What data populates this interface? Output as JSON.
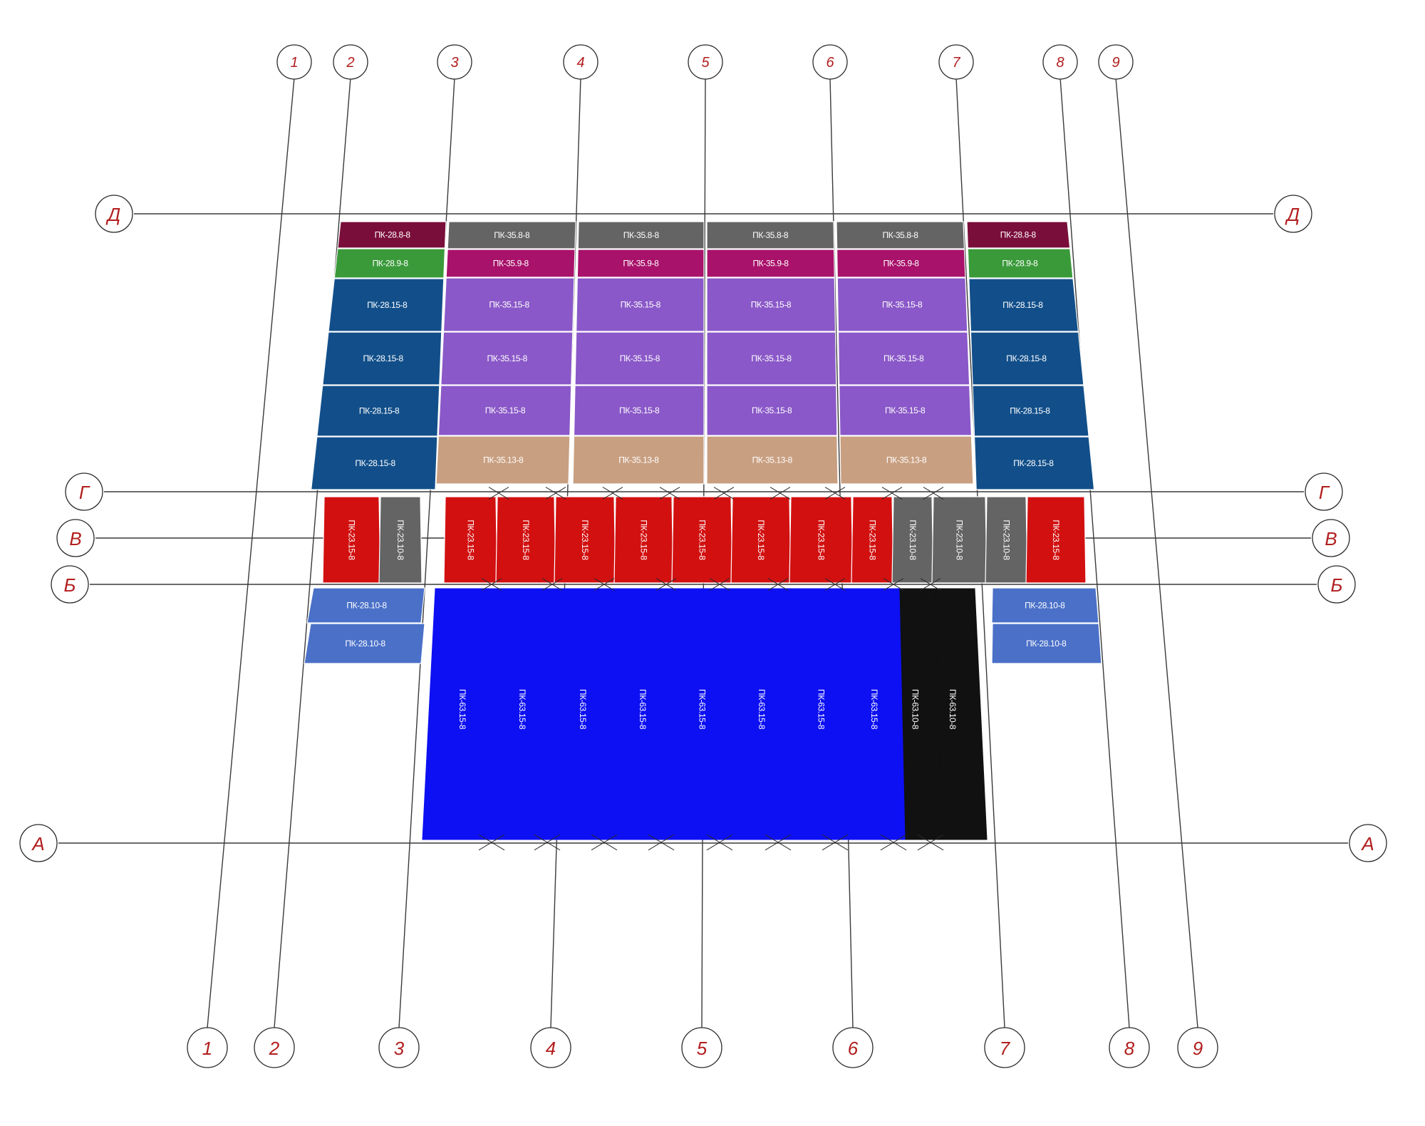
{
  "colors": {
    "maroon": "#7a0e3a",
    "green": "#3a9a3a",
    "navy": "#124f8a",
    "gray": "#646464",
    "magenta": "#a8126a",
    "lavender": "#8a58c8",
    "tan": "#c89f80",
    "red": "#d21010",
    "light_blue": "#4a70c8",
    "blue": "#0d10f2",
    "black": "#111111",
    "bubble_text": "#b21e1e"
  },
  "axes": {
    "columns": [
      "1",
      "2",
      "3",
      "4",
      "5",
      "6",
      "7",
      "8",
      "9"
    ],
    "rows": [
      "Д",
      "Г",
      "В",
      "Б",
      "А"
    ]
  },
  "panels": {
    "top_left": [
      {
        "label": "ПК-28.8-8",
        "color": "maroon"
      },
      {
        "label": "ПК-28.9-8",
        "color": "green"
      },
      {
        "label": "ПК-28.15-8",
        "color": "navy"
      },
      {
        "label": "ПК-28.15-8",
        "color": "navy"
      },
      {
        "label": "ПК-28.15-8",
        "color": "navy"
      },
      {
        "label": "ПК-28.15-8",
        "color": "navy"
      }
    ],
    "top_right": [
      {
        "label": "ПК-28.8-8",
        "color": "maroon"
      },
      {
        "label": "ПК-28.9-8",
        "color": "green"
      },
      {
        "label": "ПК-28.15-8",
        "color": "navy"
      },
      {
        "label": "ПК-28.15-8",
        "color": "navy"
      },
      {
        "label": "ПК-28.15-8",
        "color": "navy"
      },
      {
        "label": "ПК-28.15-8",
        "color": "navy"
      }
    ],
    "top_middle": [
      {
        "label": "ПК-35.8-8",
        "color": "gray"
      },
      {
        "label": "ПК-35.9-8",
        "color": "magenta"
      },
      {
        "label": "ПК-35.15-8",
        "color": "lavender"
      },
      {
        "label": "ПК-35.15-8",
        "color": "lavender"
      },
      {
        "label": "ПК-35.15-8",
        "color": "lavender"
      },
      {
        "label": "ПК-35.13-8",
        "color": "tan"
      }
    ],
    "middle_strip": [
      {
        "label": "ПК-23.15-8",
        "color": "red"
      },
      {
        "label": "ПК-23.10-8",
        "color": "gray"
      },
      {
        "label": "ПК-23.15-8",
        "color": "red"
      },
      {
        "label": "ПК-23.15-8",
        "color": "red"
      },
      {
        "label": "ПК-23.15-8",
        "color": "red"
      },
      {
        "label": "ПК-23.15-8",
        "color": "red"
      },
      {
        "label": "ПК-23.15-8",
        "color": "red"
      },
      {
        "label": "ПК-23.15-8",
        "color": "red"
      },
      {
        "label": "ПК-23.15-8",
        "color": "red"
      },
      {
        "label": "ПК-23.15-8",
        "color": "red"
      },
      {
        "label": "ПК-23.10-8",
        "color": "gray"
      },
      {
        "label": "ПК-23.10-8",
        "color": "gray"
      },
      {
        "label": "ПК-23.10-8",
        "color": "gray"
      },
      {
        "label": "ПК-23.15-8",
        "color": "red"
      }
    ],
    "bottom_side": [
      {
        "label": "ПК-28.10-8",
        "color": "light_blue"
      },
      {
        "label": "ПК-28.10-8",
        "color": "light_blue"
      }
    ],
    "bottom_main": [
      {
        "label": "ПК-63.15-8",
        "color": "blue"
      },
      {
        "label": "ПК-63.15-8",
        "color": "blue"
      },
      {
        "label": "ПК-63.15-8",
        "color": "blue"
      },
      {
        "label": "ПК-63.15-8",
        "color": "blue"
      },
      {
        "label": "ПК-63.15-8",
        "color": "blue"
      },
      {
        "label": "ПК-63.15-8",
        "color": "blue"
      },
      {
        "label": "ПК-63.15-8",
        "color": "blue"
      },
      {
        "label": "ПК-63.15-8",
        "color": "blue"
      },
      {
        "label": "ПК-63.10-8",
        "color": "black"
      },
      {
        "label": "ПК-63.10-8",
        "color": "black"
      }
    ]
  }
}
